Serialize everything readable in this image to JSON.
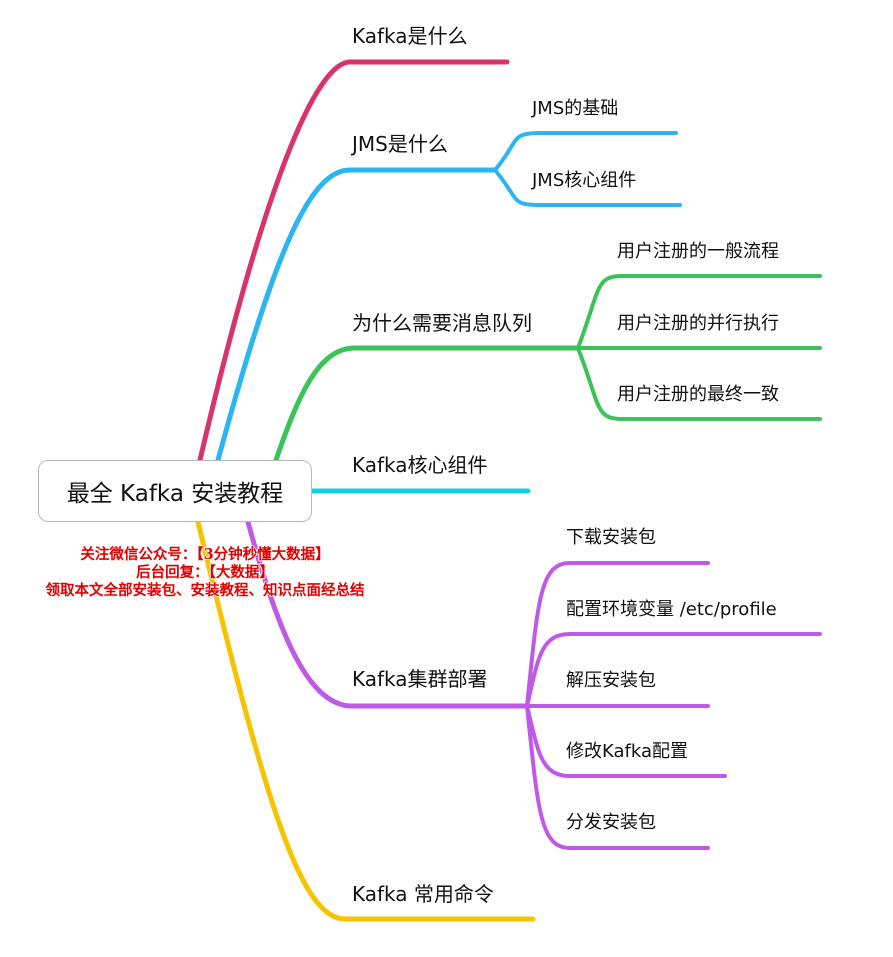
{
  "central": {
    "label": "最全 Kafka 安装教程"
  },
  "note": {
    "lines": [
      "关注微信公众号：【3分钟秒懂大数据】",
      "后台回复：【大数据】",
      "领取本文全部安装包、安装教程、知识点面经总结"
    ]
  },
  "branches": [
    {
      "label": "Kafka是什么",
      "color": "#d9336e",
      "children": []
    },
    {
      "label": "JMS是什么",
      "color": "#2bb5f2",
      "children": [
        "JMS的基础",
        "JMS核心组件"
      ]
    },
    {
      "label": "为什么需要消息队列",
      "color": "#3cc25a",
      "children": [
        "用户注册的一般流程",
        "用户注册的并行执行",
        "用户注册的最终一致"
      ]
    },
    {
      "label": "Kafka核心组件",
      "color": "#19cde0",
      "children": []
    },
    {
      "label": "Kafka集群部署",
      "color": "#bf5ae8",
      "children": [
        "下载安装包",
        "配置环境变量 /etc/profile",
        "解压安装包",
        "修改Kafka配置",
        "分发安装包"
      ]
    },
    {
      "label": "Kafka 常用命令",
      "color": "#f5c300",
      "children": []
    }
  ]
}
